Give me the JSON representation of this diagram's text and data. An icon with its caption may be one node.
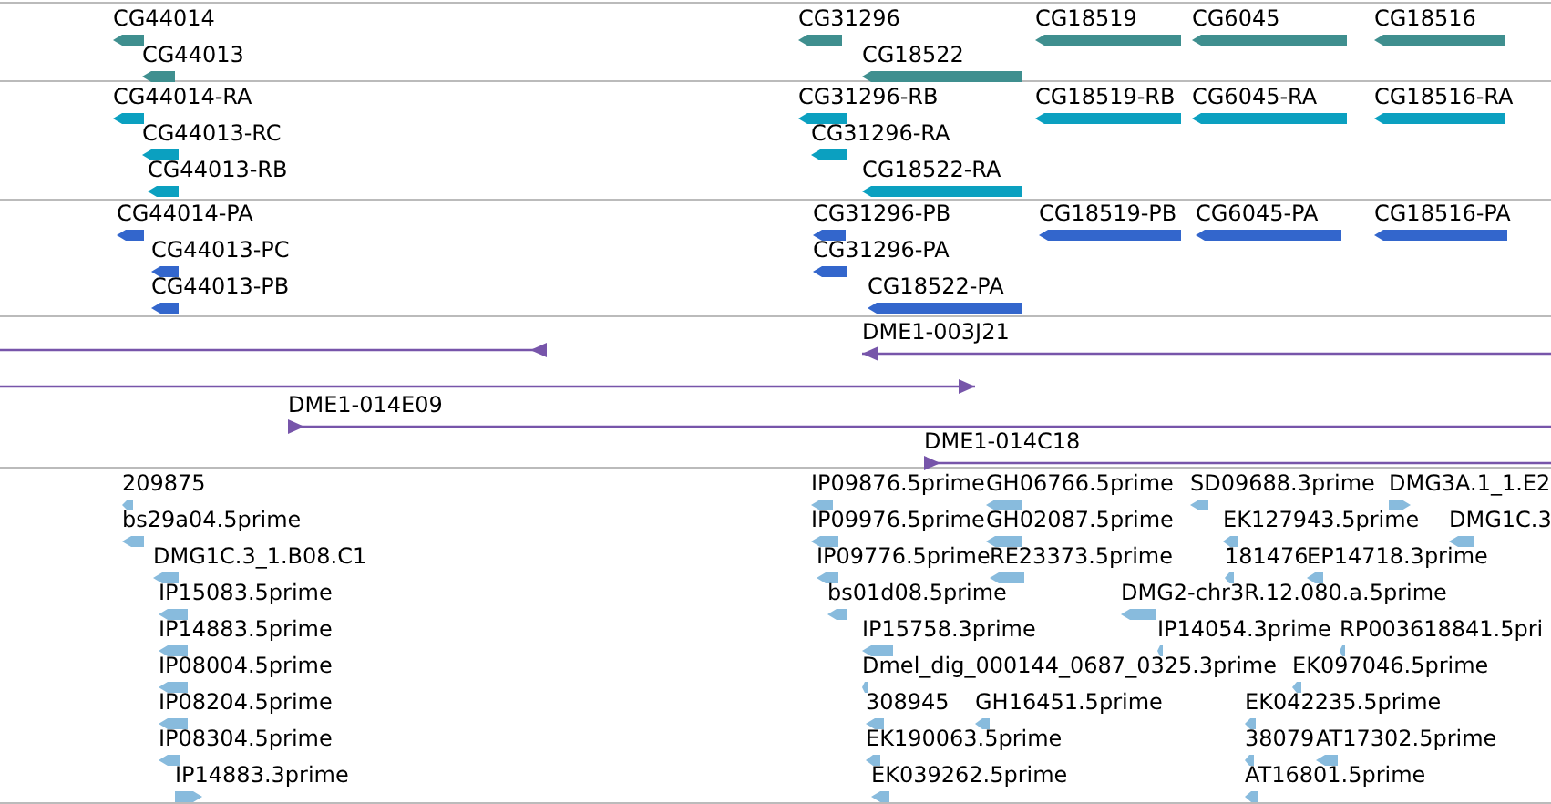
{
  "diagram": {
    "labels": [
      "CG44014",
      "CG44013",
      "CG31296",
      "CG18522",
      "CG18519",
      "CG6045",
      "CG18516",
      "CG44014-RA",
      "CG44013-RC",
      "CG44013-RB",
      "CG31296-RB",
      "CG31296-RA",
      "CG18522-RA",
      "CG18519-RB",
      "CG6045-RA",
      "CG18516-RA",
      "CG44014-PA",
      "CG44013-PC",
      "CG44013-PB",
      "CG31296-PB",
      "CG31296-PA",
      "CG18522-PA",
      "CG18519-PB",
      "CG6045-PA",
      "CG18516-PA",
      "DME1-003J21",
      "DME1-014E09",
      "DME1-014C18",
      "209875",
      "IP09876.5prime",
      "GH06766.5prime",
      "SD09688.3prime",
      "DMG3A.1_1.E2",
      "bs29a04.5prime",
      "IP09976.5prime",
      "GH02087.5prime",
      "EK127943.5prime",
      "DMG1C.3",
      "DMG1C.3_1.B08.C1",
      "IP09776.5prime",
      "RE23373.5prime",
      "181476",
      "EP14718.3prime",
      "IP15083.5prime",
      "bs01d08.5prime",
      "DMG2-chr3R.12.080.a.5prime",
      "IP14883.5prime",
      "IP15758.3prime",
      "IP14054.3prime",
      "RP003618841.5pri",
      "IP08004.5prime",
      "Dmel_dig_000144_0687_0325.3prime",
      "EK097046.5prime",
      "IP08204.5prime",
      "308945",
      "GH16451.5prime",
      "EK042235.5prime",
      "IP08304.5prime",
      "EK190063.5prime",
      "38079",
      "AT17302.5prime",
      "IP14883.3prime",
      "EK039262.5prime",
      "AT16801.5prime"
    ]
  }
}
